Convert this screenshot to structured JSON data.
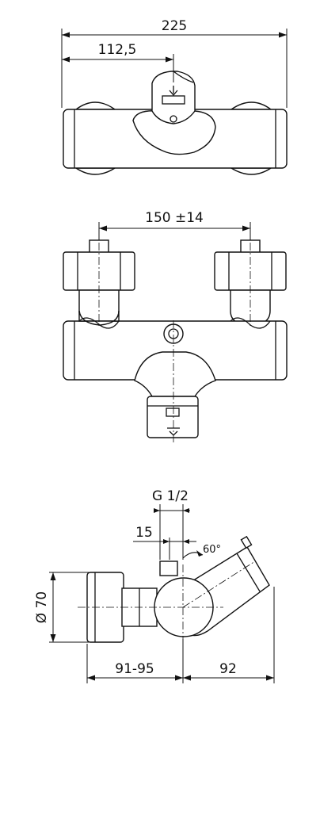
{
  "dimensions": {
    "top_overall_width": "225",
    "top_half_width": "112,5",
    "front_inlet_spacing": "150 ±14",
    "side_thread": "G 1/2",
    "side_offset": "15",
    "side_angle": "60°",
    "side_diameter": "Ø 70",
    "side_left_depth": "91-95",
    "side_right_depth": "92"
  }
}
